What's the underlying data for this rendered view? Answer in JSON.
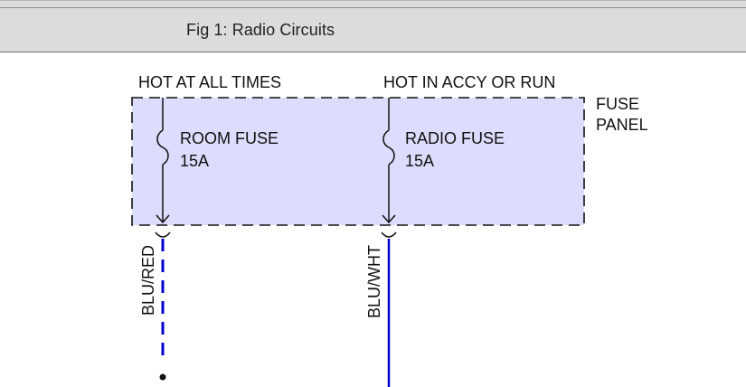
{
  "header": {
    "title": "Fig 1: Radio Circuits"
  },
  "diagram": {
    "fuse_panel": {
      "label_line1": "FUSE",
      "label_line2": "PANEL",
      "fill": "#dcdcfc"
    },
    "circuits": [
      {
        "supply_label": "HOT AT ALL TIMES",
        "fuse_name": "ROOM FUSE",
        "fuse_rating": "15A",
        "wire_label": "BLU/RED",
        "wire_style": "dashed",
        "wire_color": "#0000cc"
      },
      {
        "supply_label": "HOT IN ACCY OR RUN",
        "fuse_name": "RADIO FUSE",
        "fuse_rating": "15A",
        "wire_label": "BLU/WHT",
        "wire_style": "solid",
        "wire_color": "#0000cc"
      }
    ]
  }
}
